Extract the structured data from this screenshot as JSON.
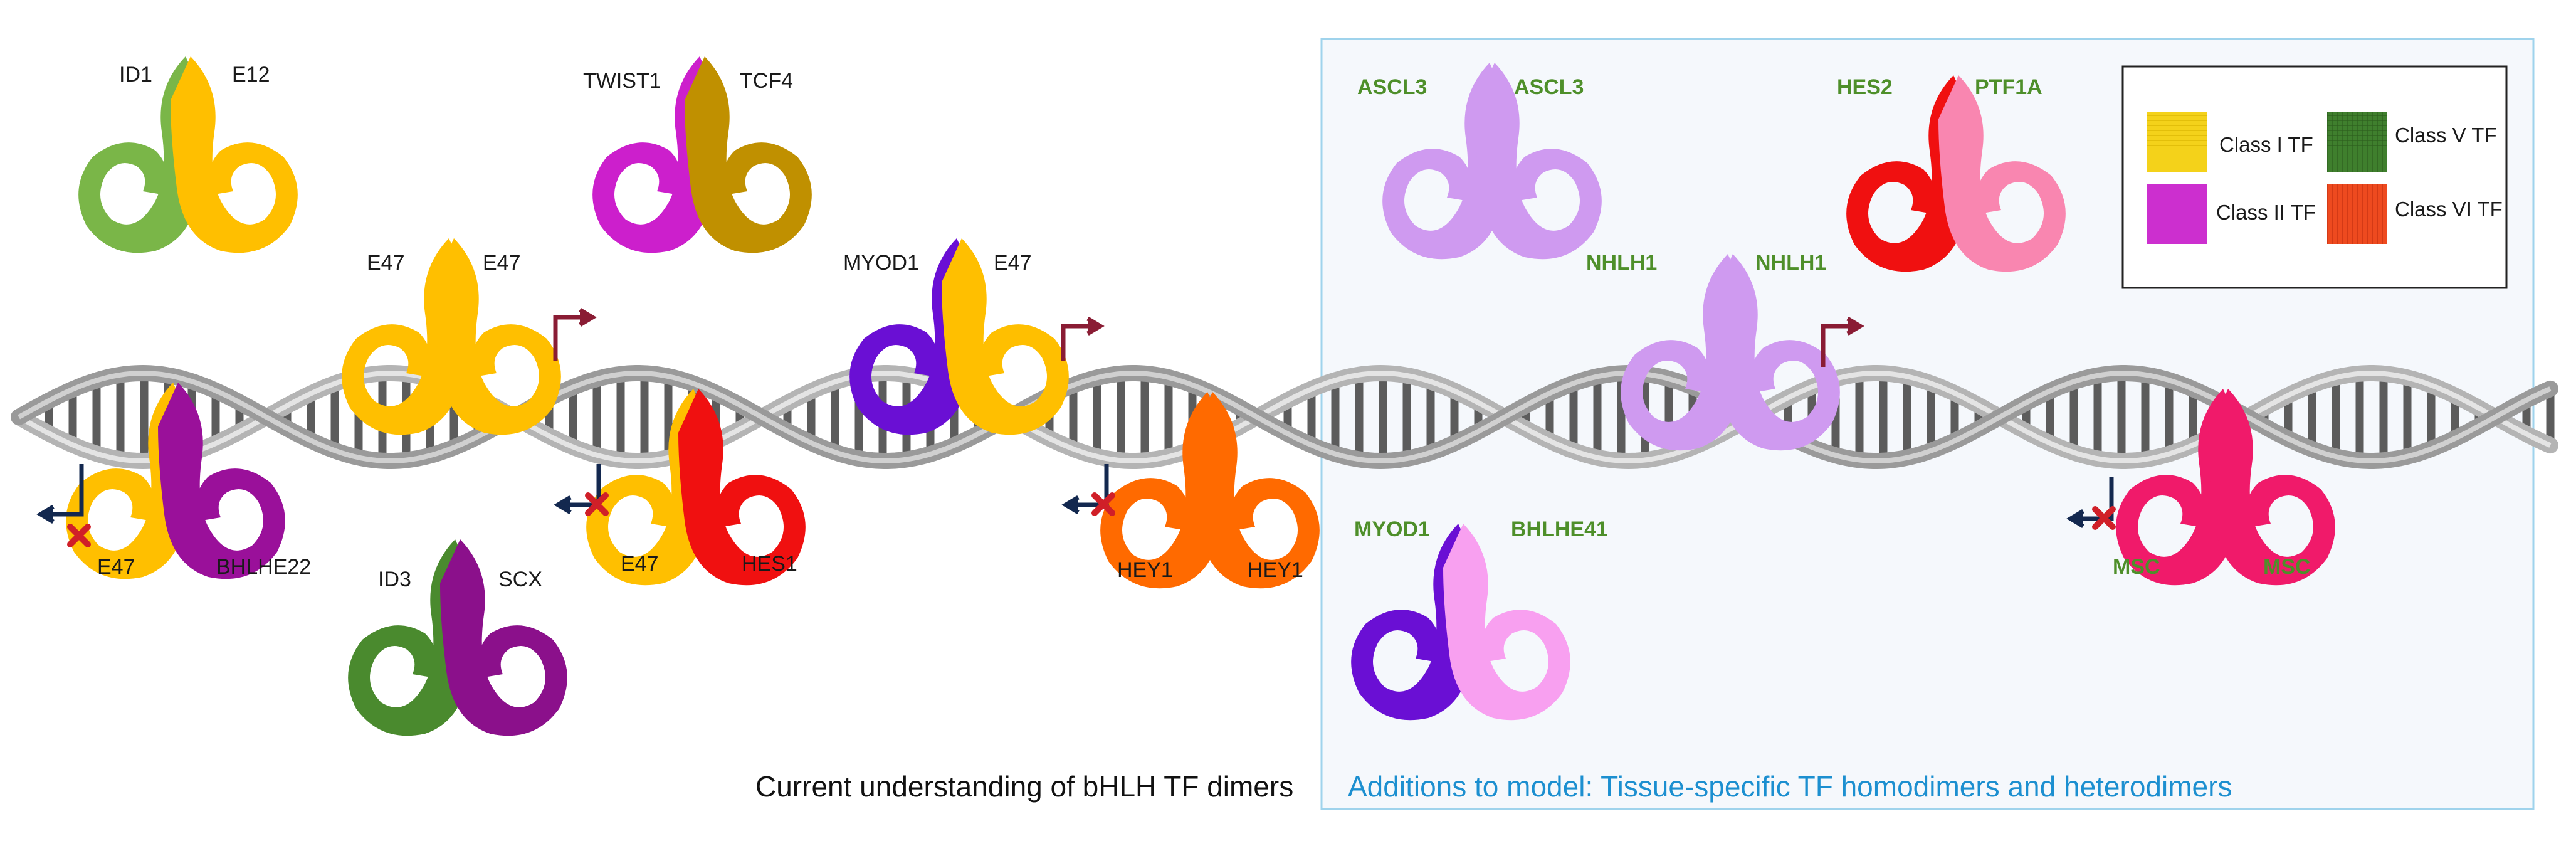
{
  "captions": {
    "current": "Current understanding of bHLH TF dimers",
    "additions": "Additions to model: Tissue-specific TF homodimers and heterodimers"
  },
  "legend": {
    "items": [
      {
        "label": "Class I TF",
        "color": "#f4d21a"
      },
      {
        "label": "Class II TF",
        "color": "#cc2fcf"
      },
      {
        "label": "Class V TF",
        "color": "#3f7f2d"
      },
      {
        "label": "Class VI TF",
        "color": "#ee4a1f"
      }
    ]
  },
  "colors": {
    "dna_backbone": "#a8a8a8",
    "dna_rungs": "#5c5c5c",
    "arrow_active": "#8a1c34",
    "arrow_repressed": "#13284f",
    "repression_x": "#d01f28",
    "additions_panel_border": "#9fd3ec",
    "additions_panel_fill": "#f5f8fc",
    "additions_label_green": "#4e8f2a"
  },
  "current_dimers": {
    "id1_e12": {
      "left": "ID1",
      "right": "E12",
      "left_color": "#7ab648",
      "right_color": "#ffbf00"
    },
    "twist1_tcf4": {
      "left": "TWIST1",
      "right": "TCF4",
      "left_color": "#cc1fcc",
      "right_color": "#c09000"
    },
    "e47_e47": {
      "left": "E47",
      "right": "E47",
      "left_color": "#ffbf00",
      "right_color": "#ffbf00"
    },
    "myod1_e47": {
      "left": "MYOD1",
      "right": "E47",
      "left_color": "#6a0fd4",
      "right_color": "#ffbf00"
    },
    "e47_bhlhe22": {
      "left": "E47",
      "right": "BHLHE22",
      "left_color": "#ffbf00",
      "right_color": "#9a109a"
    },
    "id3_scx": {
      "left": "ID3",
      "right": "SCX",
      "left_color": "#4a8a2e",
      "right_color": "#8b108b"
    },
    "e47_hes1": {
      "left": "E47",
      "right": "HES1",
      "left_color": "#ffbf00",
      "right_color": "#f01010"
    },
    "hey1_hey1": {
      "left": "HEY1",
      "right": "HEY1",
      "left_color": "#ff6a00",
      "right_color": "#ff6a00"
    }
  },
  "additions_dimers": {
    "ascl3_ascl3": {
      "left": "ASCL3",
      "right": "ASCL3",
      "left_color": "#cf9af0",
      "right_color": "#cf9af0"
    },
    "hes2_ptf1a": {
      "left": "HES2",
      "right": "PTF1A",
      "left_color": "#f01010",
      "right_color": "#f986b0"
    },
    "nhlh1_nhlh1": {
      "left": "NHLH1",
      "right": "NHLH1",
      "left_color": "#cf9af0",
      "right_color": "#cf9af0"
    },
    "myod1_bhlhe41": {
      "left": "MYOD1",
      "right": "BHLHE41",
      "left_color": "#6a0fd4",
      "right_color": "#f8a0f0"
    },
    "msc_msc": {
      "left": "MSC",
      "right": "MSC",
      "left_color": "#f01a6a",
      "right_color": "#f01a6a"
    }
  }
}
